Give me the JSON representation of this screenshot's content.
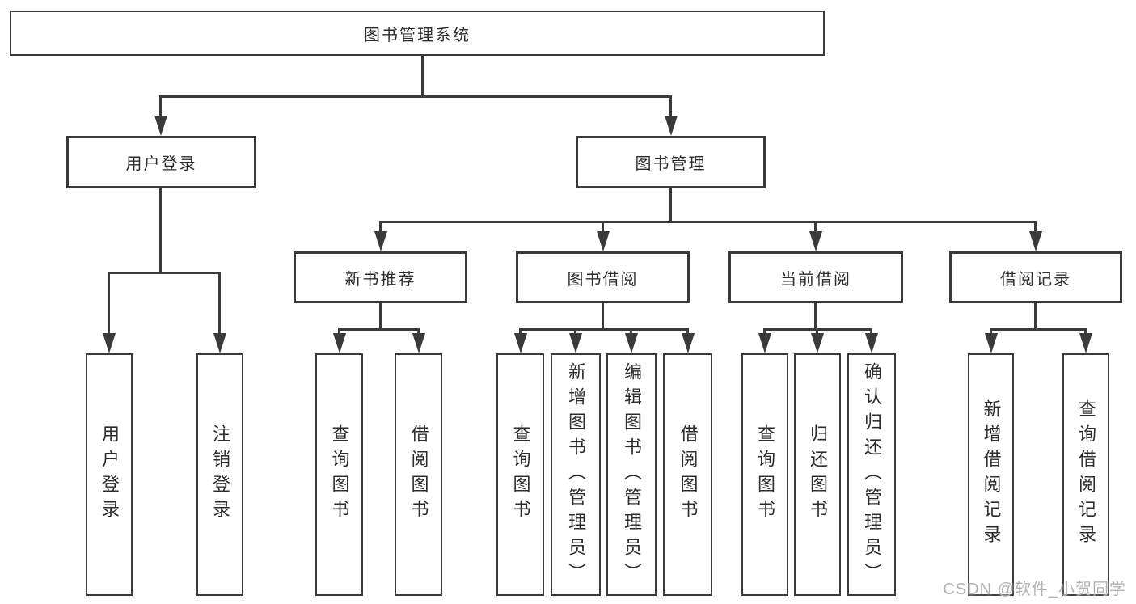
{
  "tree": {
    "root": {
      "label": "图书管理系统"
    },
    "branches": [
      {
        "label": "用户登录",
        "children": [
          {
            "label": "用户登录"
          },
          {
            "label": "注销登录"
          }
        ]
      },
      {
        "label": "图书管理",
        "children": [
          {
            "label": "新书推荐",
            "children": [
              {
                "label": "查询图书"
              },
              {
                "label": "借阅图书"
              }
            ]
          },
          {
            "label": "图书借阅",
            "children": [
              {
                "label": "查询图书"
              },
              {
                "label": "新增图书（管理员）"
              },
              {
                "label": "编辑图书（管理员）"
              },
              {
                "label": "借阅图书"
              }
            ]
          },
          {
            "label": "当前借阅",
            "children": [
              {
                "label": "查询图书"
              },
              {
                "label": "归还图书"
              },
              {
                "label": "确认归还（管理员）"
              }
            ]
          },
          {
            "label": "借阅记录",
            "children": [
              {
                "label": "新增借阅记录"
              },
              {
                "label": "查询借阅记录"
              }
            ]
          }
        ]
      }
    ]
  },
  "watermark": {
    "text": "CSDN @软件_小贺同学"
  },
  "colors": {
    "line": "#3a3a3a",
    "box_border": "#3a3a3a",
    "box_fill": "#ffffff",
    "text": "#2d2d2d",
    "watermark": "#b5b1b1",
    "background": "#ffffff"
  }
}
